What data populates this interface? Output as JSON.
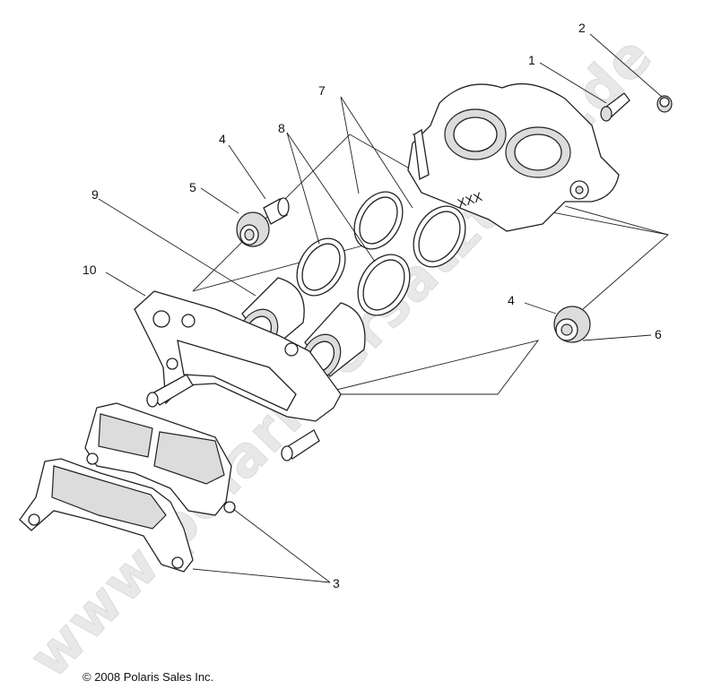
{
  "watermark": "www.polaris-ersatzteile.de",
  "copyright": "© 2008 Polaris Sales Inc.",
  "caliper_marking": "XXX",
  "callouts": [
    {
      "id": "1",
      "label": "1"
    },
    {
      "id": "2",
      "label": "2"
    },
    {
      "id": "3",
      "label": "3"
    },
    {
      "id": "4a",
      "label": "4"
    },
    {
      "id": "4b",
      "label": "4"
    },
    {
      "id": "5",
      "label": "5"
    },
    {
      "id": "6",
      "label": "6"
    },
    {
      "id": "7",
      "label": "7"
    },
    {
      "id": "8",
      "label": "8"
    },
    {
      "id": "9",
      "label": "9"
    },
    {
      "id": "10",
      "label": "10"
    }
  ]
}
